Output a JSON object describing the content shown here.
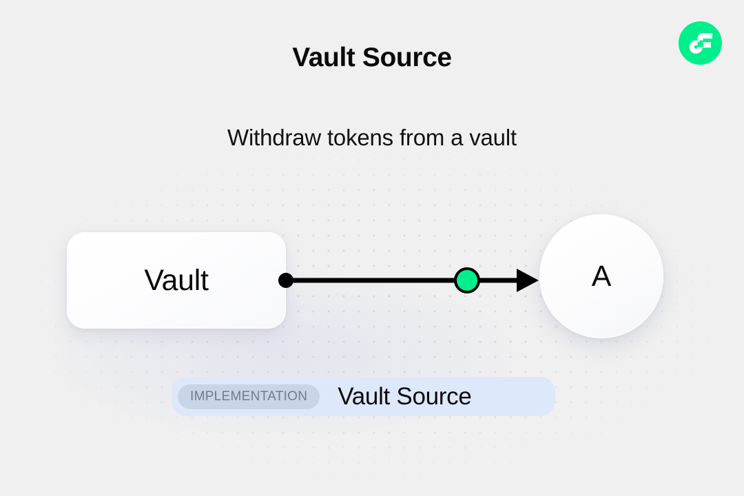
{
  "header": {
    "title": "Vault Source",
    "subtitle": "Withdraw tokens from a vault",
    "logo_icon": "flow-logo-icon",
    "logo_color": "#00EF8B"
  },
  "diagram": {
    "source_node": {
      "label": "Vault",
      "shape": "rounded-rectangle"
    },
    "target_node": {
      "label": "A",
      "shape": "circle"
    },
    "edge": {
      "start_handle_icon": "edge-start-dot-icon",
      "midpoint_marker_icon": "edge-midpoint-dot-icon",
      "arrow_icon": "edge-arrowhead-icon",
      "line_color": "#000000",
      "marker_color": "#00EF8B"
    }
  },
  "footer": {
    "tag_label": "IMPLEMENTATION",
    "name": "Vault Source",
    "pill_color": "#DEE8FB",
    "tag_color": "#C9D5E7"
  }
}
